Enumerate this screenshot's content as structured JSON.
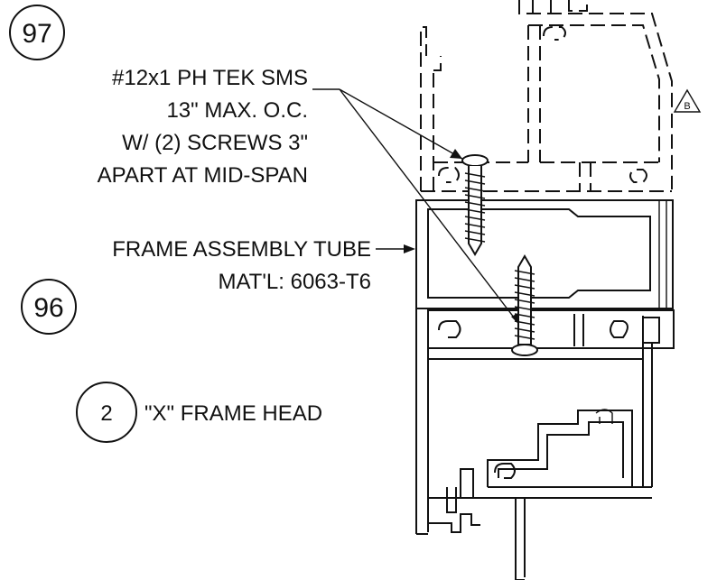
{
  "callouts": {
    "c97": "97",
    "c96": "96",
    "c2": "2",
    "revision": "B"
  },
  "notes": {
    "screw": [
      "#12x1 PH TEK SMS",
      "13\" MAX. O.C.",
      "W/ (2) SCREWS 3\"",
      "APART AT MID-SPAN"
    ],
    "tube": [
      "FRAME ASSEMBLY TUBE",
      "MAT'L: 6063-T6"
    ],
    "detail_title": "\"X\" FRAME HEAD"
  }
}
